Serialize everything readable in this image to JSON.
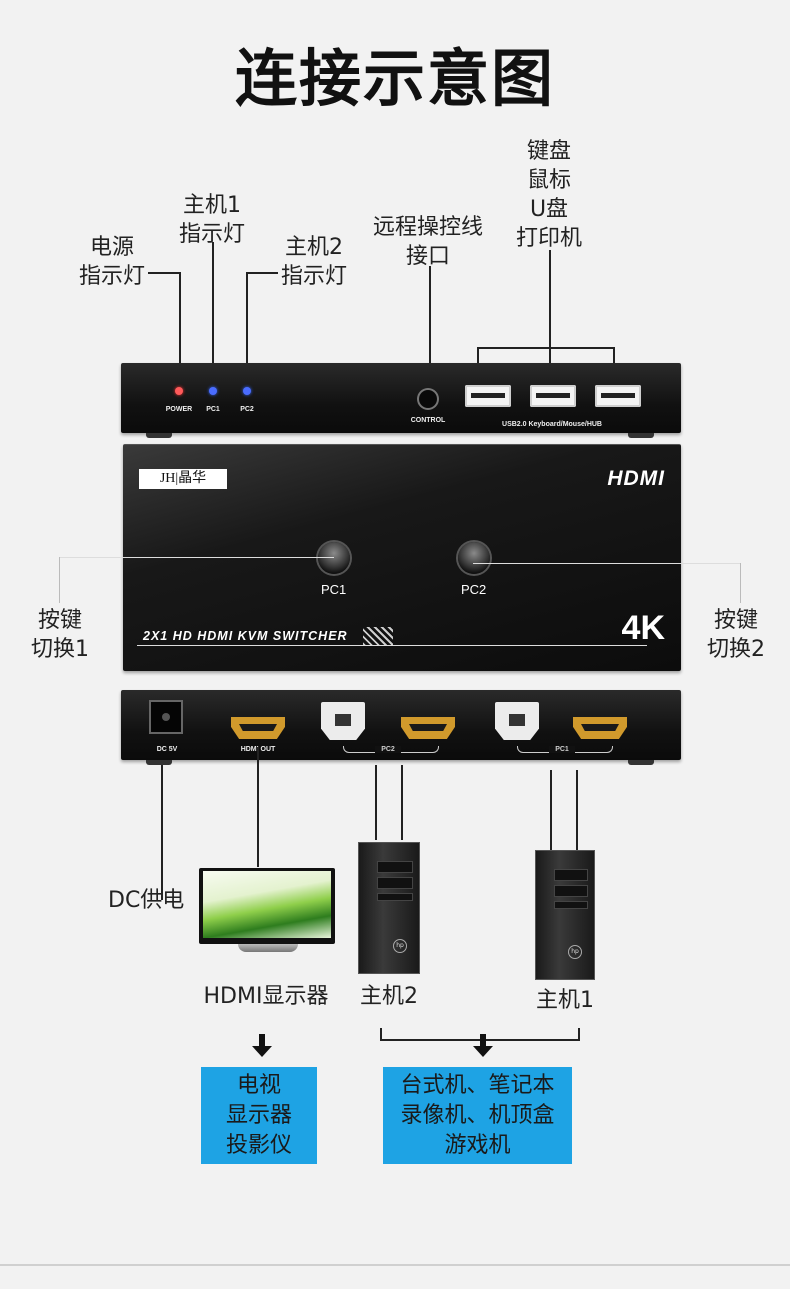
{
  "title": "连接示意图",
  "labels": {
    "power_led": [
      "电源",
      "指示灯"
    ],
    "pc1_led": [
      "主机1",
      "指示灯"
    ],
    "pc2_led": [
      "主机2",
      "指示灯"
    ],
    "control": [
      "远程操控线",
      "接口"
    ],
    "usb_devices": [
      "键盘",
      "鼠标",
      "U盘",
      "打印机"
    ],
    "key1": [
      "按键",
      "切换1"
    ],
    "key2": [
      "按键",
      "切换2"
    ],
    "dc": "DC供电",
    "hdmi_monitor": "HDMI显示器",
    "host2": "主机2",
    "host1": "主机1"
  },
  "top_panel": {
    "power": "POWER",
    "pc1": "PC1",
    "pc2": "PC2",
    "control": "CONTROL",
    "usb_caption": "USB2.0 Keyboard/Mouse/HUB"
  },
  "front_panel": {
    "brand": "JH|晶华",
    "hdmi_logo": "HDMI",
    "btn1": "PC1",
    "btn2": "PC2",
    "product": "2X1 HD HDMI KVM SWITCHER",
    "k4": "4K"
  },
  "rear_panel": {
    "dc": "DC 5V",
    "hdmi_out": "HDMI OUT",
    "pc2_tag": "PC2",
    "pc1_tag": "PC1"
  },
  "bottom_boxes": {
    "display": [
      "电视",
      "显示器",
      "投影仪"
    ],
    "sources": [
      "台式机、笔记本",
      "录像机、机顶盒",
      "游戏机"
    ]
  }
}
